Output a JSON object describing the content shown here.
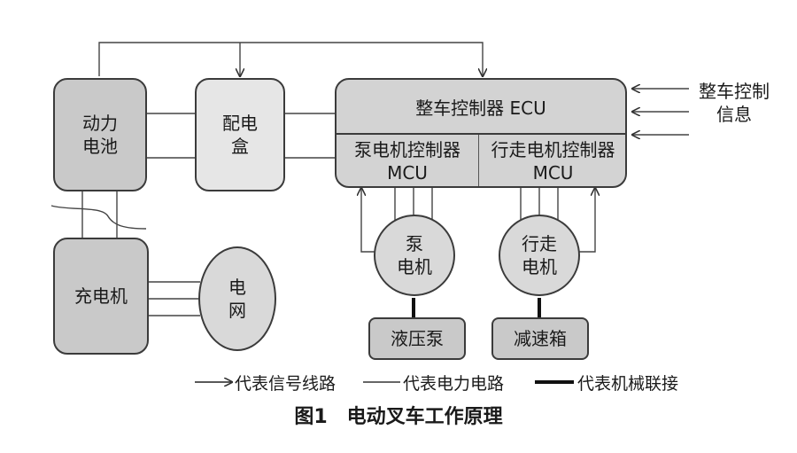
{
  "diagram": {
    "battery": "动力\n电池",
    "distribution_box": "配电\n盒",
    "charger": "充电机",
    "grid": "电\n网",
    "ecu": "整车控制器 ECU",
    "pump_mcu": "泵电机控制器\nMCU",
    "drive_mcu": "行走电机控制器\nMCU",
    "pump_motor": "泵\n电机",
    "drive_motor": "行走\n电机",
    "hydraulic_pump": "液压泵",
    "gearbox": "减速箱",
    "vehicle_control_info": "整车控制\n信息"
  },
  "legend": {
    "signal": "代表信号线路",
    "power": "代表电力电路",
    "mechanical": "代表机械联接"
  },
  "caption": "图1　电动叉车工作原理"
}
